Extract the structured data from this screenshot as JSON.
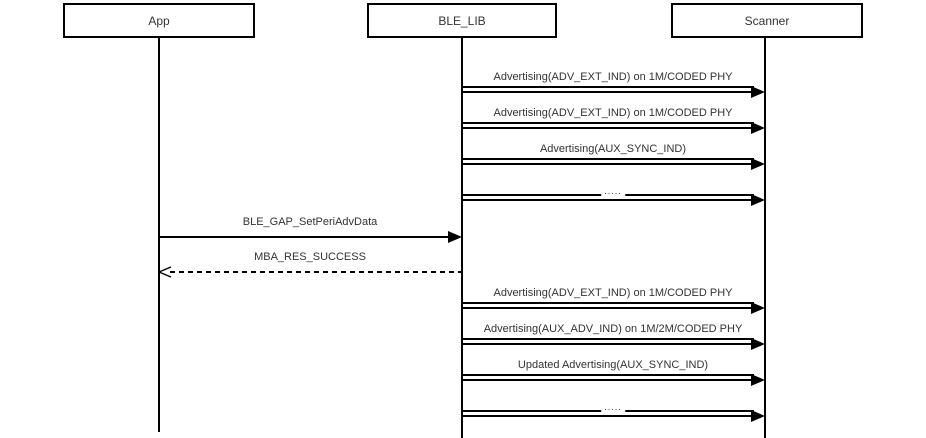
{
  "colors": {
    "line": "#000000",
    "text": "#333333",
    "background": "#ffffff"
  },
  "participants": [
    {
      "label": "App"
    },
    {
      "label": "BLE_LIB"
    },
    {
      "label": "Scanner"
    }
  ],
  "messages": [
    {
      "label": "Advertising(ADV_EXT_IND) on 1M/CODED PHY",
      "from": "BLE_LIB",
      "to": "Scanner",
      "line": "double-solid",
      "arrow": "filled-right"
    },
    {
      "label": "Advertising(ADV_EXT_IND) on 1M/CODED PHY",
      "from": "BLE_LIB",
      "to": "Scanner",
      "line": "double-solid",
      "arrow": "filled-right"
    },
    {
      "label": "Advertising(AUX_SYNC_IND)",
      "from": "BLE_LIB",
      "to": "Scanner",
      "line": "double-solid",
      "arrow": "filled-right"
    },
    {
      "label": ".....",
      "from": "BLE_LIB",
      "to": "Scanner",
      "line": "double-solid",
      "arrow": "filled-right"
    },
    {
      "label": "BLE_GAP_SetPeriAdvData",
      "from": "App",
      "to": "BLE_LIB",
      "line": "solid",
      "arrow": "filled-right"
    },
    {
      "label": "MBA_RES_SUCCESS",
      "from": "BLE_LIB",
      "to": "App",
      "line": "dashed",
      "arrow": "open-left"
    },
    {
      "label": "Advertising(ADV_EXT_IND) on 1M/CODED PHY",
      "from": "BLE_LIB",
      "to": "Scanner",
      "line": "double-solid",
      "arrow": "filled-right"
    },
    {
      "label": "Advertising(AUX_ADV_IND) on 1M/2M/CODED PHY",
      "from": "BLE_LIB",
      "to": "Scanner",
      "line": "double-solid",
      "arrow": "filled-right"
    },
    {
      "label": "Updated Advertising(AUX_SYNC_IND)",
      "from": "BLE_LIB",
      "to": "Scanner",
      "line": "double-solid",
      "arrow": "filled-right"
    },
    {
      "label": ".....",
      "from": "BLE_LIB",
      "to": "Scanner",
      "line": "double-solid",
      "arrow": "filled-right"
    }
  ]
}
